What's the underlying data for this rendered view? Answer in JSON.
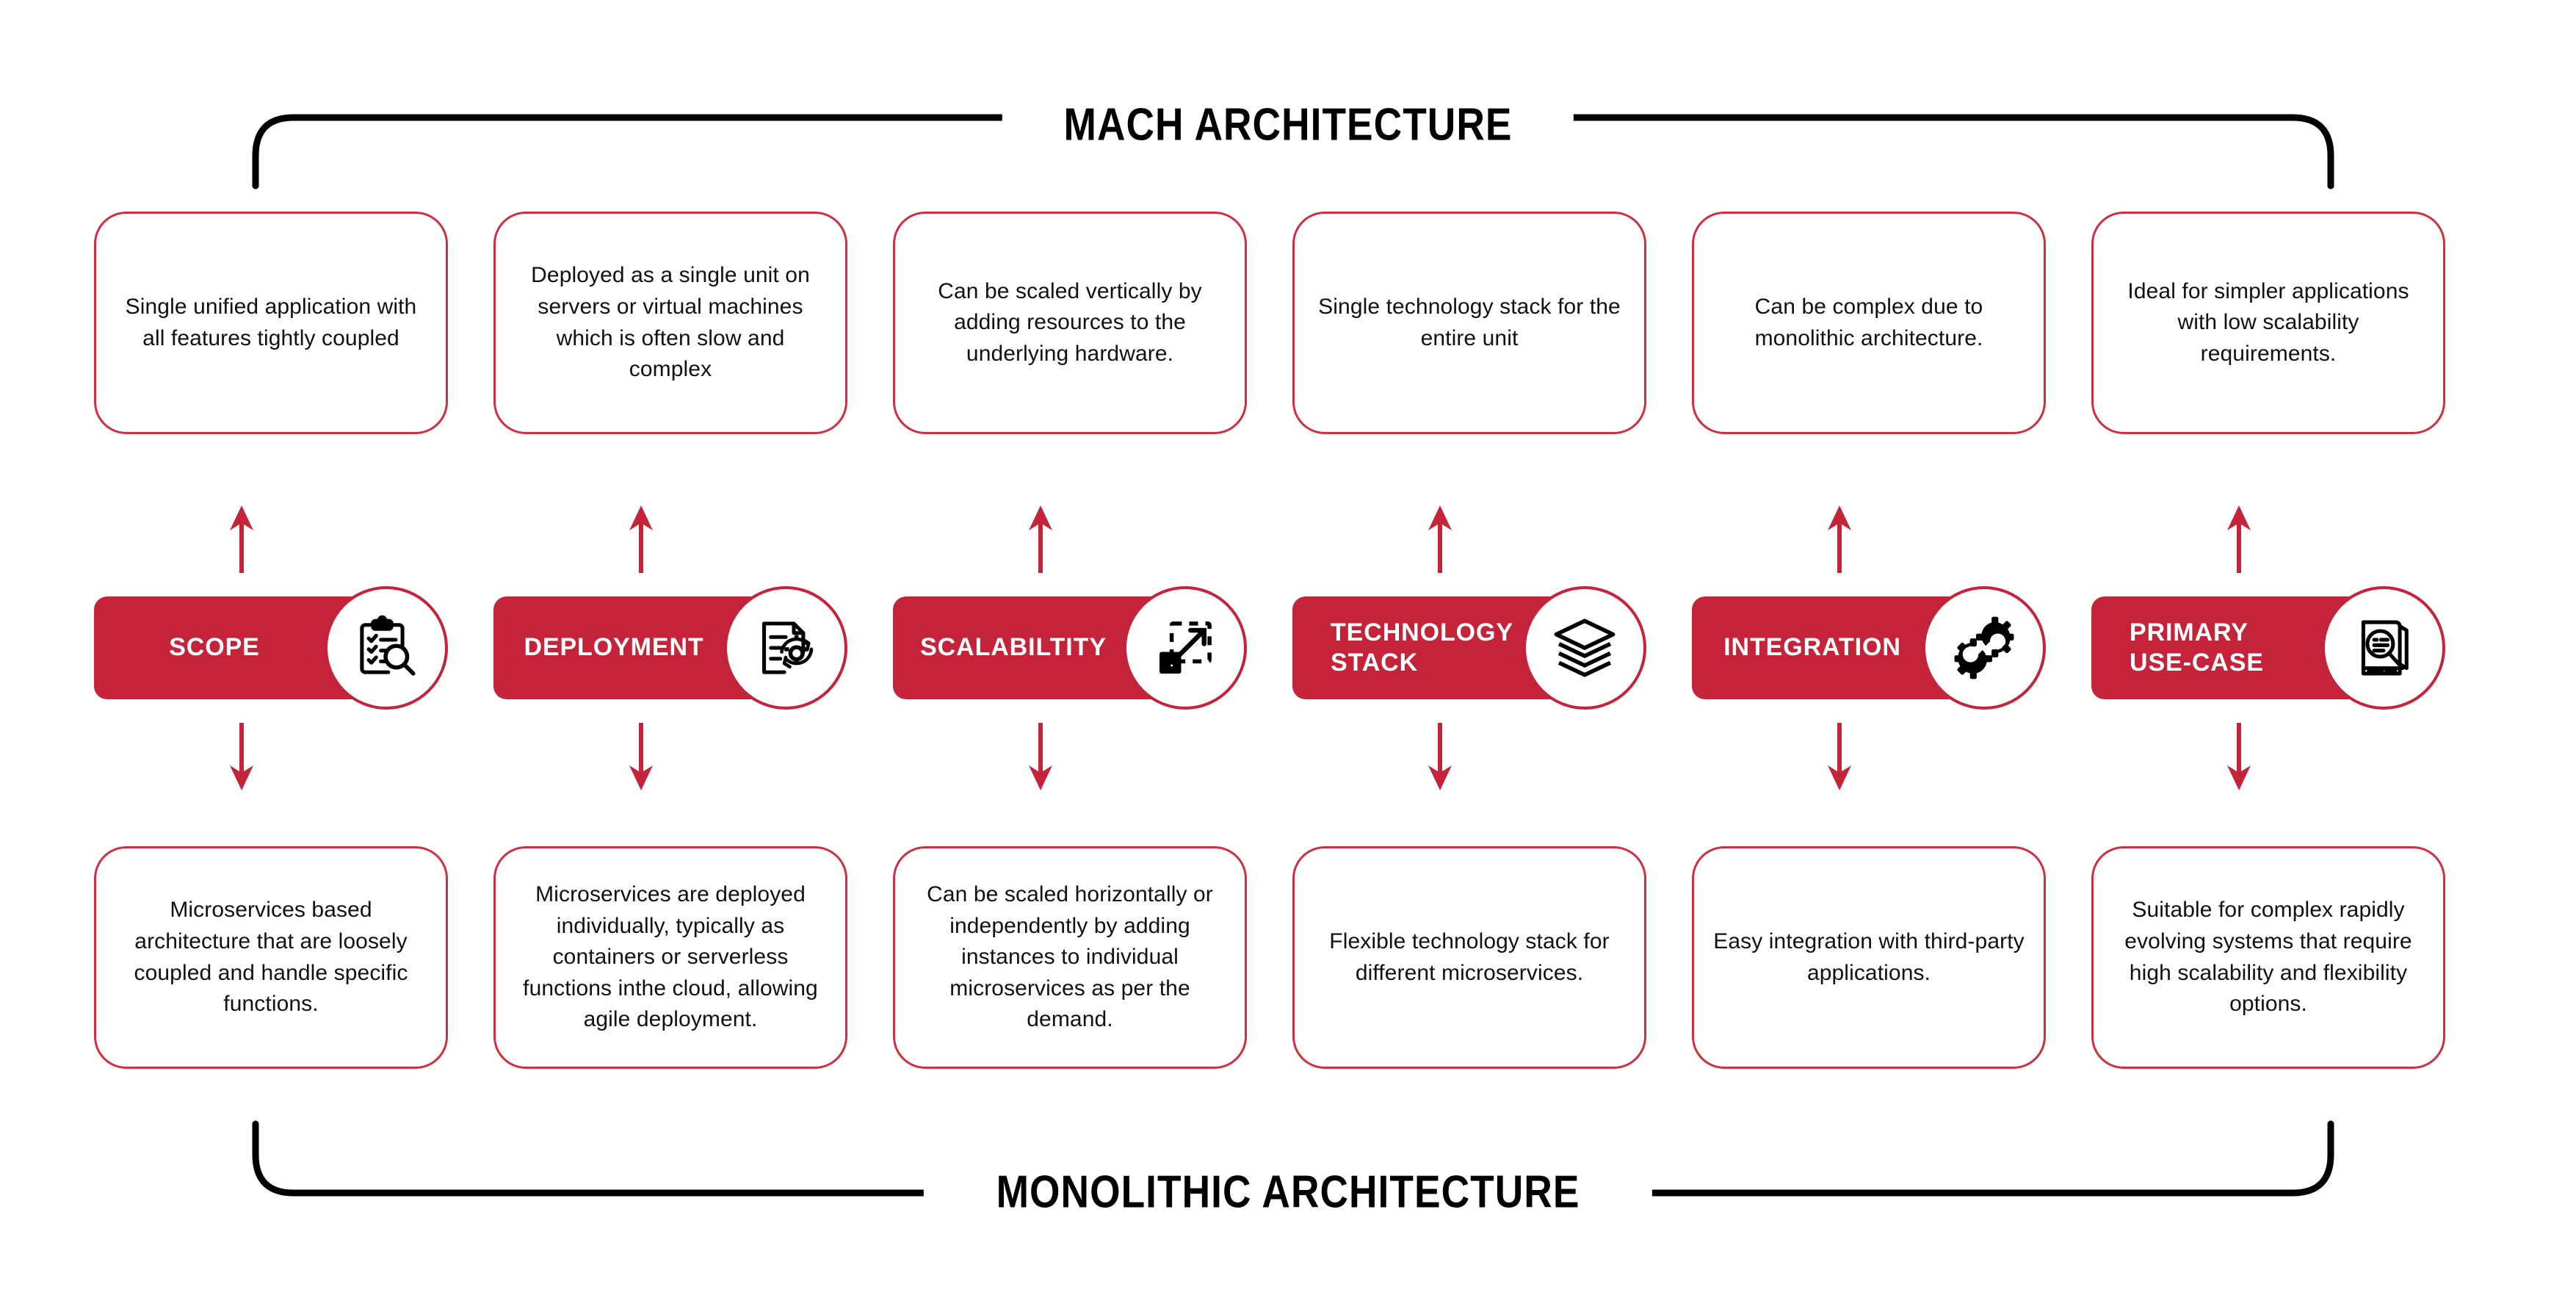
{
  "accent_color": "#C4233A",
  "card_border_color": "#D12E42",
  "bracket_color": "#000000",
  "headers": {
    "top_title": "MACH ARCHITECTURE",
    "bottom_title": "MONOLITHIC ARCHITECTURE"
  },
  "columns": [
    {
      "pill_label": "SCOPE",
      "pill_align": "center",
      "icon_name": "clipboard-search-icon",
      "top_text": "Single unified application with all features tightly coupled",
      "bottom_text": "Microservices based architecture that are loosely coupled and handle specific functions."
    },
    {
      "pill_label": "DEPLOYMENT",
      "pill_align": "center",
      "icon_name": "document-gear-cycle-icon",
      "top_text": "Deployed as a single unit on servers or virtual machines which is often slow and complex",
      "bottom_text": "Microservices are deployed individually, typically as containers or serverless functions inthe cloud, allowing agile deployment."
    },
    {
      "pill_label": "SCALABILTITY",
      "pill_align": "center",
      "icon_name": "expand-arrow-icon",
      "top_text": "Can be scaled vertically by adding resources to the underlying hardware.",
      "bottom_text": "Can be scaled horizontally or independently by adding instances to individual microservices as per the demand."
    },
    {
      "pill_label": "TECHNOLOGY\nSTACK",
      "pill_align": "left",
      "icon_name": "layers-stack-icon",
      "top_text": "Single technology stack for the entire unit",
      "bottom_text": "Flexible technology stack for different microservices."
    },
    {
      "pill_label": "INTEGRATION",
      "pill_align": "center",
      "icon_name": "linked-gears-icon",
      "top_text": "Can be complex due to monolithic architecture.",
      "bottom_text": "Easy integration with third-party applications."
    },
    {
      "pill_label": "PRIMARY\nUSE-CASE",
      "pill_align": "left",
      "icon_name": "book-search-icon",
      "top_text": "Ideal for simpler applications with low scalability requirements.",
      "bottom_text": "Suitable for complex rapidly evolving systems that require high scalability and flexibility options."
    }
  ],
  "arrows": {
    "up_name": "arrow-up",
    "down_name": "arrow-down"
  }
}
